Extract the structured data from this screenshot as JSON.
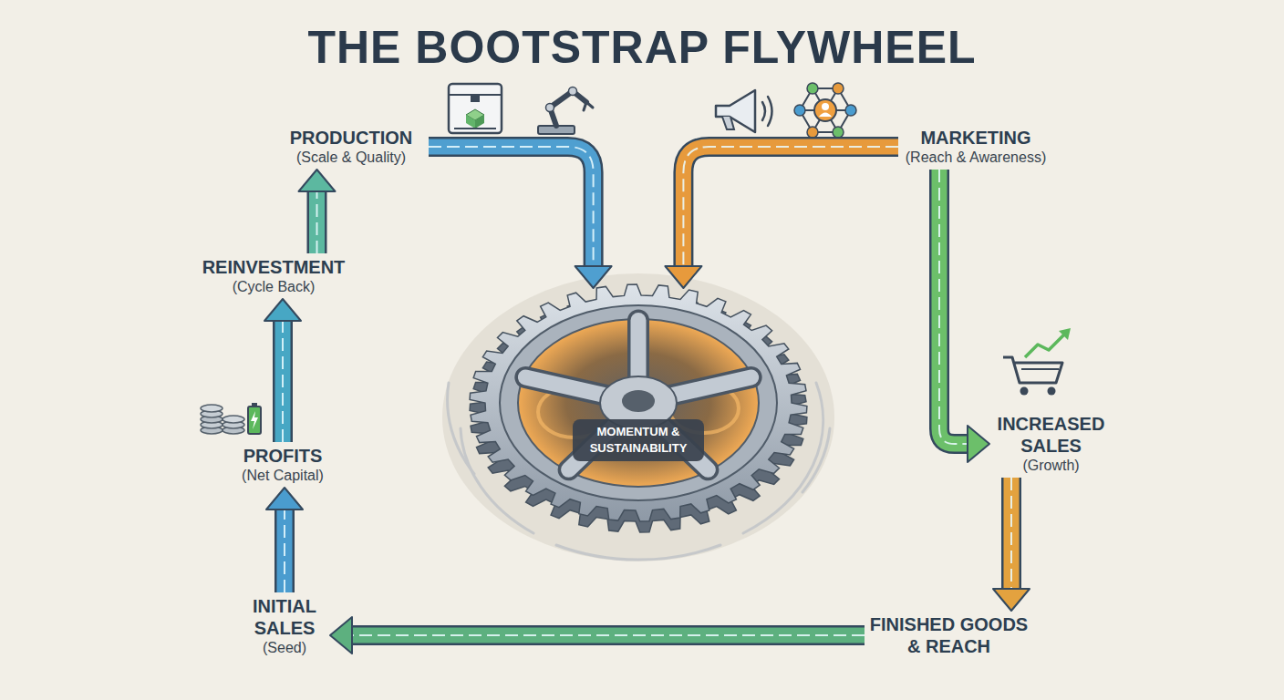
{
  "diagram": {
    "title": "THE BOOTSTRAP FLYWHEEL",
    "nodes": [
      {
        "text": [
          "PRODUCTION",
          "(Scale & Quality)"
        ]
      },
      {
        "text": [
          "MARKETING",
          "(Reach & Awareness)"
        ]
      },
      {
        "text": [
          "REINVESTMENT",
          "(Cycle Back)"
        ]
      },
      {
        "text": [
          "MOMENTUM & SUSTAINABILITY"
        ]
      },
      {
        "text": [
          "PROFITS",
          "(Net Capital)"
        ]
      },
      {
        "text": [
          "INCREASED SALES",
          "(Growth)"
        ]
      },
      {
        "text": [
          "INITIAL SALES",
          "(Seed)"
        ]
      },
      {
        "text": [
          "FINISHED GOODS & REACH"
        ]
      }
    ],
    "edges": [
      {
        "from": 6,
        "to": 4,
        "arrow": "to"
      },
      {
        "from": 4,
        "to": 2,
        "arrow": "to"
      },
      {
        "from": 2,
        "to": 0,
        "arrow": "to"
      },
      {
        "from": 0,
        "to": 3,
        "arrow": "to"
      },
      {
        "from": 1,
        "to": 3,
        "arrow": "to"
      },
      {
        "from": 1,
        "to": 5,
        "arrow": "to"
      },
      {
        "from": 5,
        "to": 7,
        "arrow": "to"
      },
      {
        "from": 7,
        "to": 6,
        "arrow": "to"
      }
    ]
  }
}
